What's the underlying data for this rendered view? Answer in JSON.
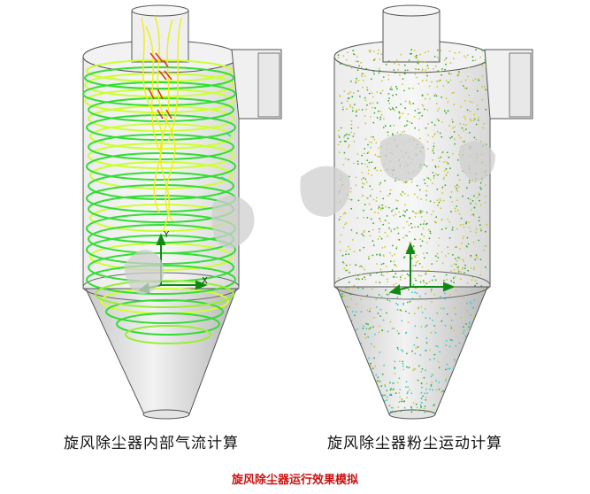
{
  "captions": {
    "left": "旋风除尘器内部气流计算",
    "right": "旋风除尘器粉尘运动计算"
  },
  "title": "旋风除尘器运行效果模拟",
  "axes": {
    "y": "Y",
    "x": "X"
  },
  "colors": {
    "title": "#cc1111",
    "body_fill": "#dcdcdc",
    "airflow_green": "#33dd33",
    "airflow_yellow": "#ccff33",
    "airflow_red": "#dd3322",
    "dust_yellow": "#c8c830",
    "dust_green": "#33aa33",
    "dust_cyan": "#33cccc",
    "axis_green": "#118811"
  }
}
